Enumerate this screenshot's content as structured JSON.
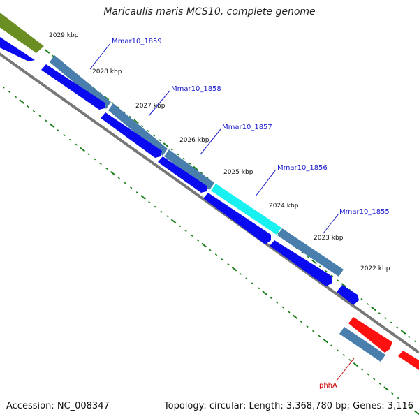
{
  "title": "Maricaulis maris MCS10, complete genome",
  "footer": {
    "accession": "Accession: NC_008347",
    "summary": "Topology: circular; Length: 3,368,780 bp; Genes: 3,116"
  },
  "colors": {
    "backbone": "#777777",
    "tick": "#1a7f1a",
    "gene_forward": "#4a7fad",
    "gene_highlight": "#19f0f0",
    "cds": "#0a0af0",
    "gene_olive": "#6b8e23",
    "gene_red": "#ff1010",
    "label_blue": "#1a1acc",
    "label_red": "#cc0000"
  },
  "scale_labels": [
    "2029 kbp",
    "2028 kbp",
    "2027 kbp",
    "2026 kbp",
    "2025 kbp",
    "2024 kbp",
    "2023 kbp",
    "2022 kbp"
  ],
  "gene_labels": [
    "Mmar10_1859",
    "Mmar10_1858",
    "Mmar10_1857",
    "Mmar10_1856",
    "Mmar10_1855",
    "phhA"
  ]
}
